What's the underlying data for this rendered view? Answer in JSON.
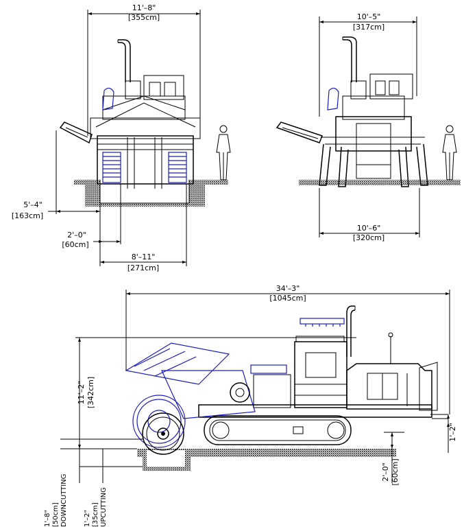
{
  "colors": {
    "ink": "#000000",
    "cutter": "#1a1acc",
    "ground": "#222222",
    "background": "#ffffff"
  },
  "front_view": {
    "overall_width": {
      "imperial": "11'–8\"",
      "metric": "[355cm]"
    },
    "conveyor_reach": {
      "imperial": "5'–4\"",
      "metric": "[163cm]"
    },
    "trench_width": {
      "imperial": "2'–0\"",
      "metric": "[60cm]"
    },
    "cut_width": {
      "imperial": "8'–11\"",
      "metric": "[271cm]"
    }
  },
  "rear_view": {
    "overall_width": {
      "imperial": "10'–5\"",
      "metric": "[317cm]"
    },
    "track_width": {
      "imperial": "10'–6\"",
      "metric": "[320cm]"
    }
  },
  "side_view": {
    "overall_length": {
      "imperial": "34'–3\"",
      "metric": "[1045cm]"
    },
    "overall_height": {
      "imperial": "11'–2\"",
      "metric": "[342cm]"
    },
    "ground_clearance": {
      "imperial": "2'–0\"",
      "metric": "[60cm]"
    },
    "rear_height": {
      "imperial": "1'–2\""
    },
    "downcutting": {
      "imperial": "1'–8\"",
      "metric": "[50cm]",
      "label": "DOWNCUTTING"
    },
    "upcutting": {
      "imperial": "1'–2\"",
      "metric": "[35cm]",
      "label": "UPCUTTING"
    }
  }
}
